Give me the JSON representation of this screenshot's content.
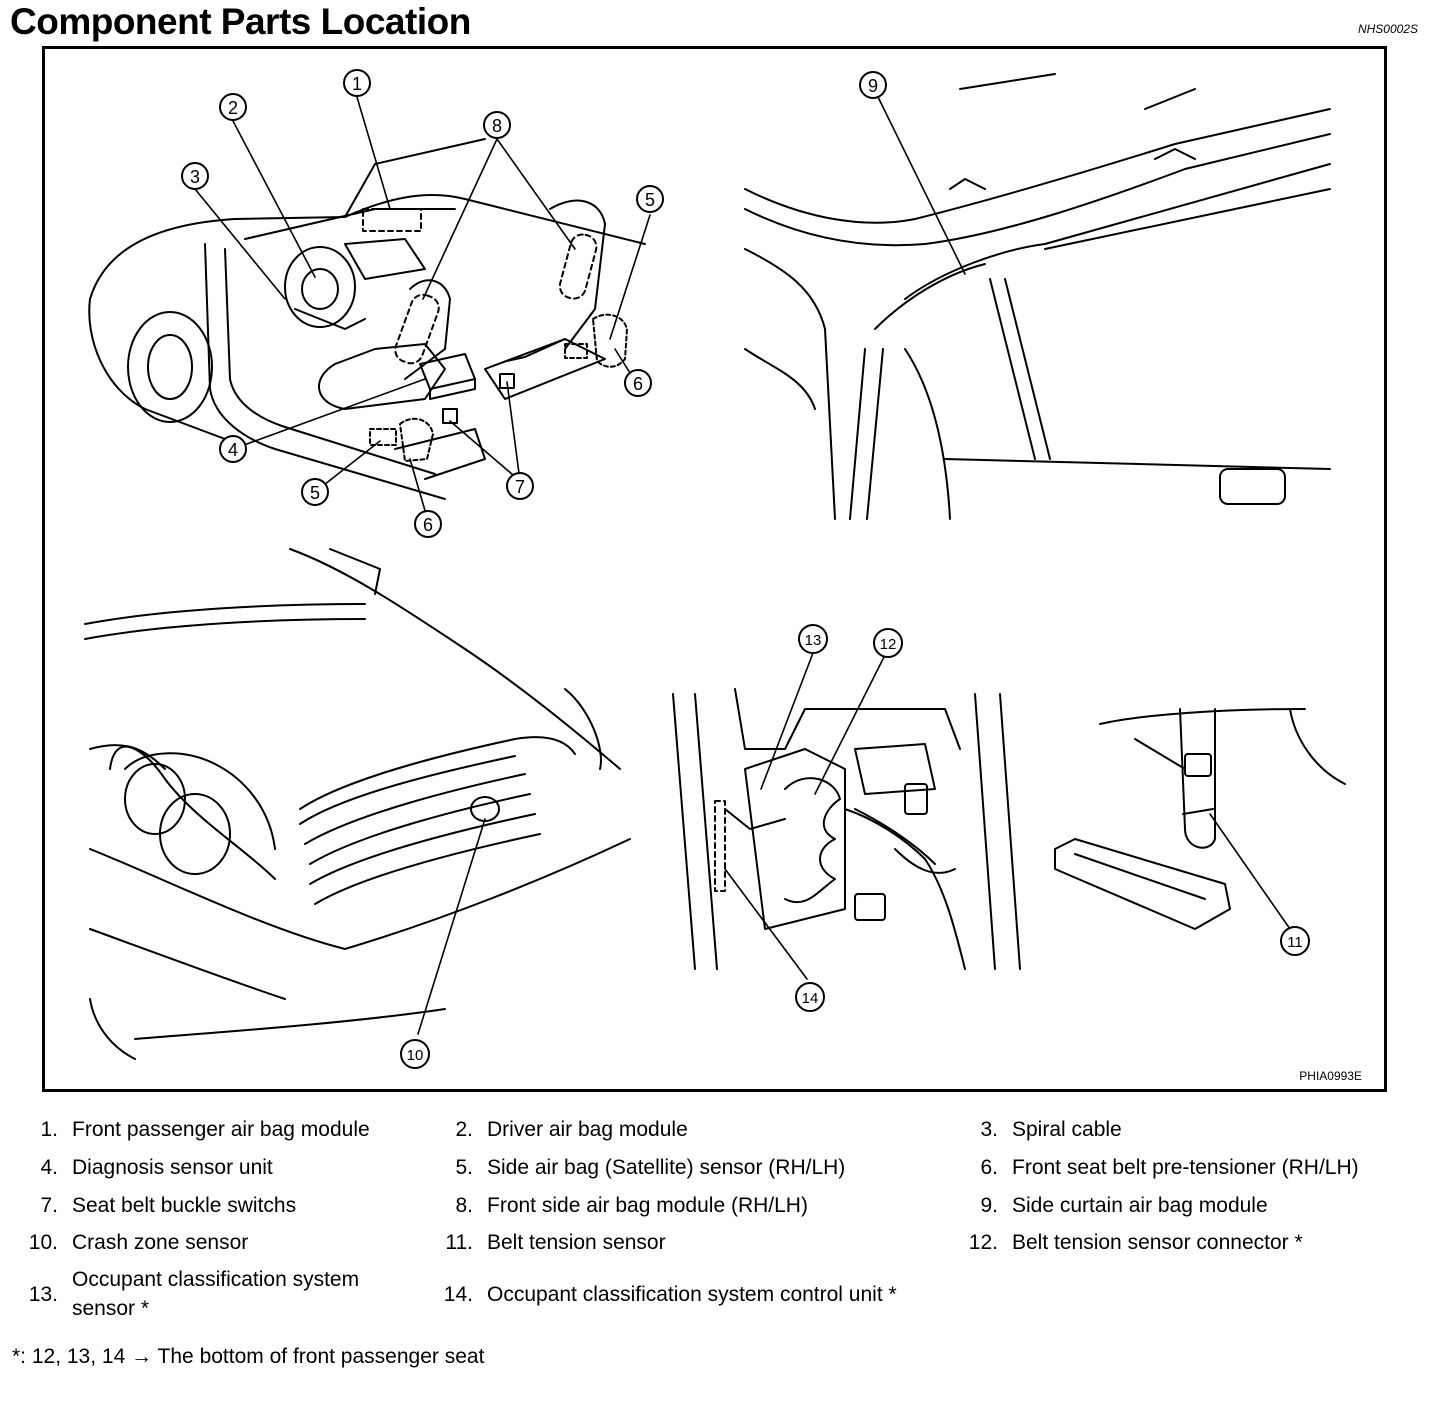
{
  "header": {
    "title": "Component Parts Location",
    "doc_code": "NHS0002S"
  },
  "figure": {
    "code": "PHIA0993E",
    "callouts": [
      "1",
      "2",
      "3",
      "4",
      "5",
      "6",
      "7",
      "8",
      "9",
      "10",
      "11",
      "12",
      "13",
      "14"
    ]
  },
  "legend": {
    "items": [
      {
        "num": "1.",
        "text": "Front passenger air bag module"
      },
      {
        "num": "2.",
        "text": "Driver air bag module"
      },
      {
        "num": "3.",
        "text": "Spiral cable"
      },
      {
        "num": "4.",
        "text": "Diagnosis sensor unit"
      },
      {
        "num": "5.",
        "text": "Side air bag (Satellite) sensor (RH/LH)"
      },
      {
        "num": "6.",
        "text": "Front seat belt pre-tensioner (RH/LH)"
      },
      {
        "num": "7.",
        "text": "Seat belt buckle switchs"
      },
      {
        "num": "8.",
        "text": "Front side air bag module (RH/LH)"
      },
      {
        "num": "9.",
        "text": "Side curtain air bag module"
      },
      {
        "num": "10.",
        "text": "Crash zone sensor"
      },
      {
        "num": "11.",
        "text": "Belt tension sensor"
      },
      {
        "num": "12.",
        "text": "Belt tension sensor connector *"
      },
      {
        "num": "13.",
        "text": "Occupant classification system sensor *"
      },
      {
        "num": "14.",
        "text": "Occupant classification system control unit *"
      }
    ]
  },
  "footnote": "*: 12, 13, 14 → The bottom of front passenger seat"
}
